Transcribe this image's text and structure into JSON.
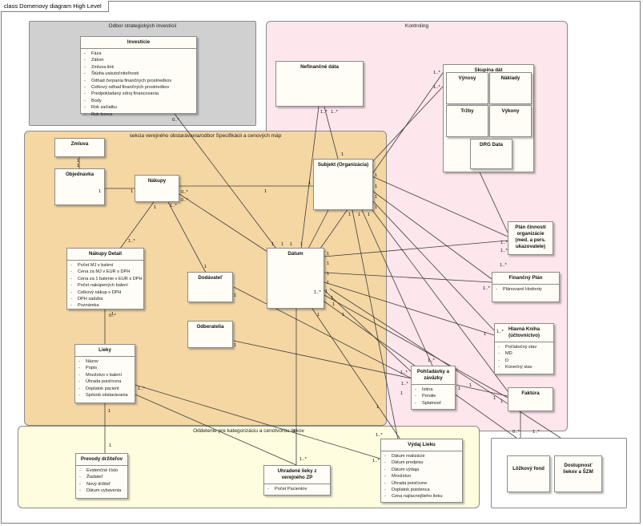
{
  "frame": {
    "title": "class Domenovy diagram High Level"
  },
  "regions": {
    "odbor": "Odbor strategických investícií",
    "kontroling": "Kontroling",
    "sekcia": "sekcia verejného obstarávania/odbor Specifikácii a cenových máp",
    "oddelenie": "Oddelenie pre kategorizáciu a cenotvorbu liekov"
  },
  "classes": {
    "investicie": {
      "title": "Investície",
      "attrs": [
        "Fáza",
        "Zákon",
        "Zmluva link",
        "Štúdia uskutočniteľnosti",
        "Odhad čerpania finančných prostriedkov",
        "Celkový odhad finančných prostriedkov",
        "Predpokladaný zdroj financovania",
        "Body",
        "Rok začiatku",
        "Rok konca"
      ]
    },
    "nefinancne": {
      "title": "Nefinančné dáta",
      "attrs": []
    },
    "skupina": {
      "title": "Skupina dát",
      "attrs": []
    },
    "vynosy": {
      "title": "Výnosy",
      "attrs": []
    },
    "naklady": {
      "title": "Náklady",
      "attrs": []
    },
    "trzby": {
      "title": "Tržby",
      "attrs": []
    },
    "vykony": {
      "title": "Výkony",
      "attrs": []
    },
    "drg": {
      "title": "DRG Data",
      "attrs": []
    },
    "zmluva": {
      "title": "Zmluva",
      "attrs": []
    },
    "objednavka": {
      "title": "Objednavka",
      "attrs": []
    },
    "nakupy": {
      "title": "Nákupy",
      "attrs": []
    },
    "subjekt": {
      "title": "Subjekt (Organizácia)",
      "attrs": []
    },
    "nakupydetail": {
      "title": "Nákupy Detail",
      "attrs": [
        "Počet MJ v balení",
        "Cena za MJ v EUR s DPH",
        "Cena za 1 balenie v EUR s DPH",
        "Počet nakúpených balení",
        "Celkový nákup s DPH",
        "DPH sadzba",
        "Poznámka"
      ]
    },
    "datum": {
      "title": "Dátum",
      "attrs": []
    },
    "dodavatel": {
      "title": "Dodávateľ",
      "attrs": []
    },
    "odberatelia": {
      "title": "Odberatelia",
      "attrs": []
    },
    "lieky": {
      "title": "Lieky",
      "attrs": [
        "Názov",
        "Popis",
        "Množstvo v balení",
        "Úhrada poisťovna",
        "Doplatok pacient",
        "Spôsob obstarávania"
      ]
    },
    "plan": {
      "title": "Plán činností organizácie (med. a pers. ukazovatele)",
      "attrs": []
    },
    "finplan": {
      "title": "Finančný Plán",
      "attrs": [
        "Plánované Hodnoty"
      ]
    },
    "hlavnakniha": {
      "title": "Hlavná Kniha (účtovníctvo)",
      "attrs": [
        "Počiatočný stav",
        "MD",
        "D",
        "Konečný stav"
      ]
    },
    "pohladavky": {
      "title": "Pohľadávky a záväzky",
      "attrs": [
        "Istina",
        "Penále",
        "Splatnosť"
      ]
    },
    "faktura": {
      "title": "Faktúra",
      "attrs": []
    },
    "lozkovy": {
      "title": "Lôžkový fond",
      "attrs": []
    },
    "dostupnost": {
      "title": "Dostupnosť liekov a ŠZM",
      "attrs": []
    },
    "prevody": {
      "title": "Prevody držiteľov",
      "attrs": [
        "Evidenčné číslo",
        "Žiadateľ",
        "Nový držiteľ",
        "Dátum vybavenia"
      ]
    },
    "uhradene": {
      "title": "Uhradené lieky z verejného ZP",
      "attrs": [
        "Počet Pacientov"
      ]
    },
    "vydaj": {
      "title": "Výdaj Lieku",
      "attrs": [
        "Dátum realizácie",
        "Dátum predpisu",
        "Dátum výdaja",
        "Množstvo",
        "Úhrada poisťovne",
        "Doplatok poistenca",
        "Cena najlacnejšieho lieku"
      ]
    }
  },
  "multiplicities": [
    "0..*",
    "1",
    "1",
    "1",
    "1",
    "1",
    "0..*",
    "0..*",
    "1",
    "1..*",
    "1",
    "1..*",
    "1",
    "1",
    "1..*",
    "1",
    "1..*",
    "1..*",
    "1",
    "1",
    "1",
    "1",
    "1",
    "1",
    "1",
    "1",
    "1",
    "1",
    "1..*",
    "1",
    "1..*",
    "1",
    "1",
    "1",
    "1..*",
    "1..*",
    "1",
    "1..*",
    "1..*",
    "1..*",
    "1..*",
    "1..*",
    "1..*",
    "1",
    "1",
    "1",
    "1",
    "0..*",
    "0..*",
    "1..*",
    "1",
    "1..*",
    "1",
    "1",
    "1",
    "1",
    "1..*",
    "1..*",
    "1",
    "1..*",
    "1",
    "1",
    "1",
    "1",
    "1",
    "1",
    "1"
  ],
  "attr_icon": "attribute-visibility-icon"
}
